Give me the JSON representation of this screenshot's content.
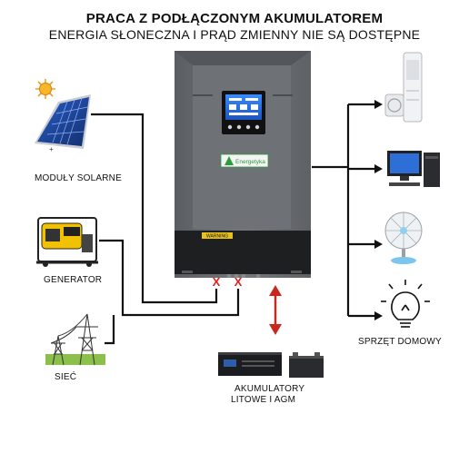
{
  "title": "PRACA Z PODŁĄCZONYM AKUMULATOREM",
  "subtitle": "ENERGIA SŁONECZNA I PRĄD ZMIENNY NIE SĄ DOSTĘPNE",
  "sources": {
    "solar_label": "MODUŁY SOLARNE",
    "generator_label": "GENERATOR",
    "grid_label": "SIEĆ"
  },
  "loads": {
    "label": "SPRZĘT DOMOWY"
  },
  "battery": {
    "label_line1": "AKUMULATORY",
    "label_line2": "LITOWE I AGM"
  },
  "inverter": {
    "brand": "Energetyka",
    "warning": "WARNING"
  },
  "symbols": {
    "disconnected": "X",
    "plus": "+",
    "minus": "-"
  },
  "colors": {
    "line": "#111111",
    "disconnect_x": "#e02020",
    "arrow": "#c8281e",
    "inverter_body": "#6b6e72",
    "inverter_top": "#53565a",
    "inverter_bottom": "#1e1f21",
    "screen": "#1e6ee0",
    "brand": "#2e9b3e",
    "warning": "#e8c020"
  }
}
